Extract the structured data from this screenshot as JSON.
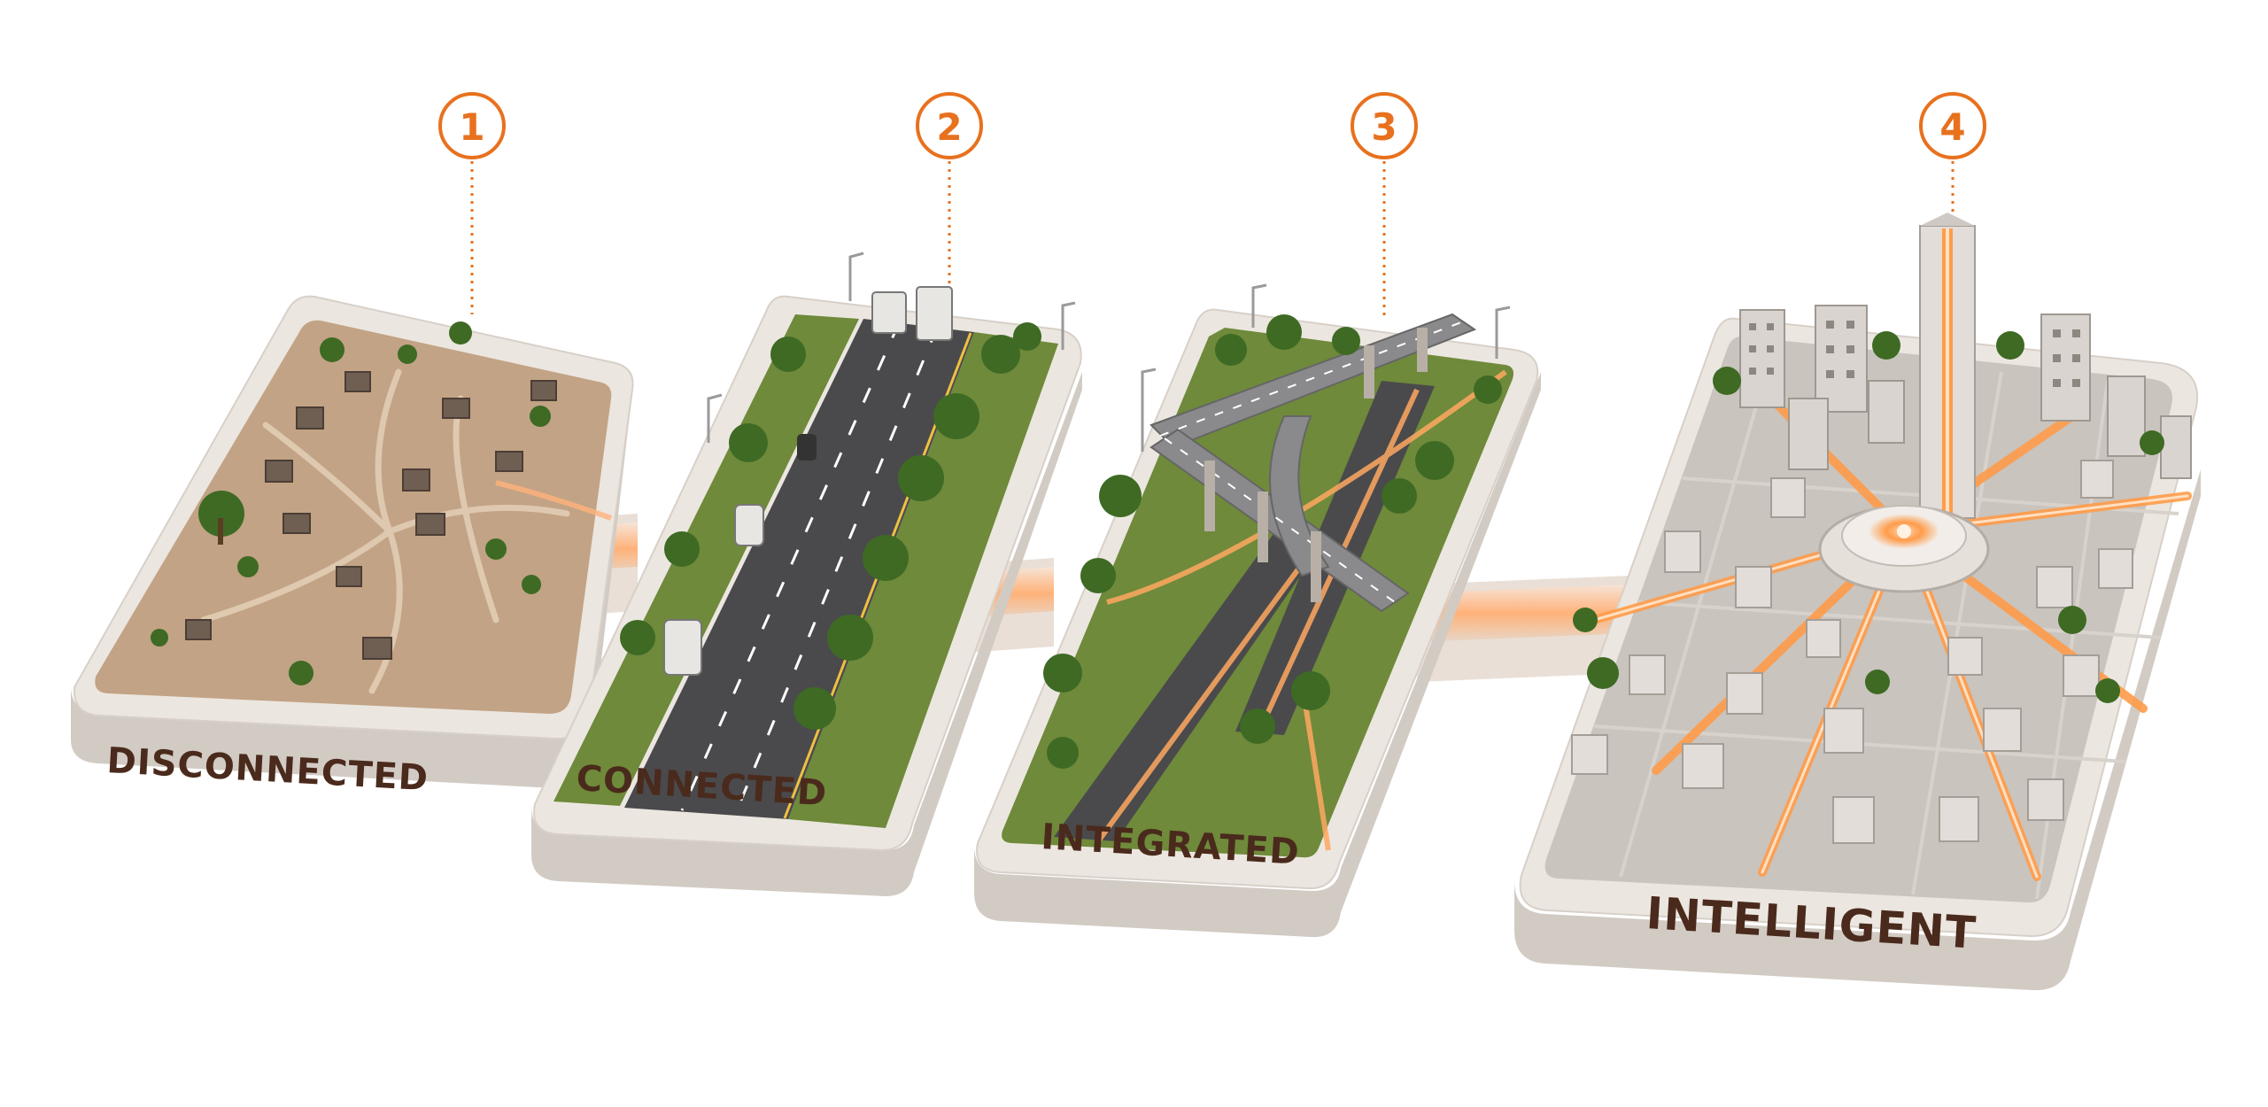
{
  "colors": {
    "accent": "#e8711e",
    "glow": "#ffb27a",
    "label": "#4a2a1c",
    "platform": "#ece6e0",
    "platform_side": "#d2cbc4",
    "dirt": "#c2a385",
    "grass": "#6e8a3a",
    "road": "#4a4a4c",
    "tree": "#3e6a24",
    "building": "#d9d4cf"
  },
  "stages": [
    {
      "number": "1",
      "label": "DISCONNECTED",
      "icon": "rural-dirt-paths-icon"
    },
    {
      "number": "2",
      "label": "CONNECTED",
      "icon": "highway-icon"
    },
    {
      "number": "3",
      "label": "INTEGRATED",
      "icon": "interchange-icon"
    },
    {
      "number": "4",
      "label": "INTELLIGENT",
      "icon": "smart-city-icon"
    }
  ]
}
